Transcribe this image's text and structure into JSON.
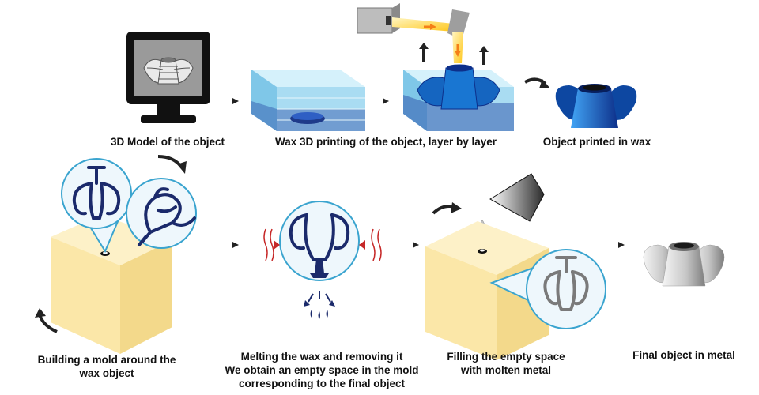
{
  "steps": [
    {
      "id": "model",
      "lines": [
        "3D Model of the object"
      ]
    },
    {
      "id": "print",
      "lines": [
        "Wax 3D printing of the object, layer by layer"
      ]
    },
    {
      "id": "wax",
      "lines": [
        "Object printed in wax"
      ]
    },
    {
      "id": "mold",
      "lines": [
        "Building a mold around the",
        "wax object"
      ]
    },
    {
      "id": "melt",
      "lines": [
        "Melting the wax and removing it",
        "We obtain an empty space in the mold",
        "corresponding to the final object"
      ]
    },
    {
      "id": "fill",
      "lines": [
        "Filling the empty space",
        "with molten metal"
      ]
    },
    {
      "id": "final",
      "lines": [
        "Final object in metal"
      ]
    }
  ],
  "colors": {
    "navy": "#1b2a6b",
    "wax_blue": "#1565c0",
    "circle_bg": "#eef7fc",
    "circle_border": "#3aa4cf",
    "mold_front": "#fbe7a8",
    "mold_top": "#fdf1c8",
    "mold_side": "#f3d98b",
    "light_beam": "#ffd23f",
    "heat_red": "#c62828",
    "metal_gray": "#9e9e9e"
  }
}
